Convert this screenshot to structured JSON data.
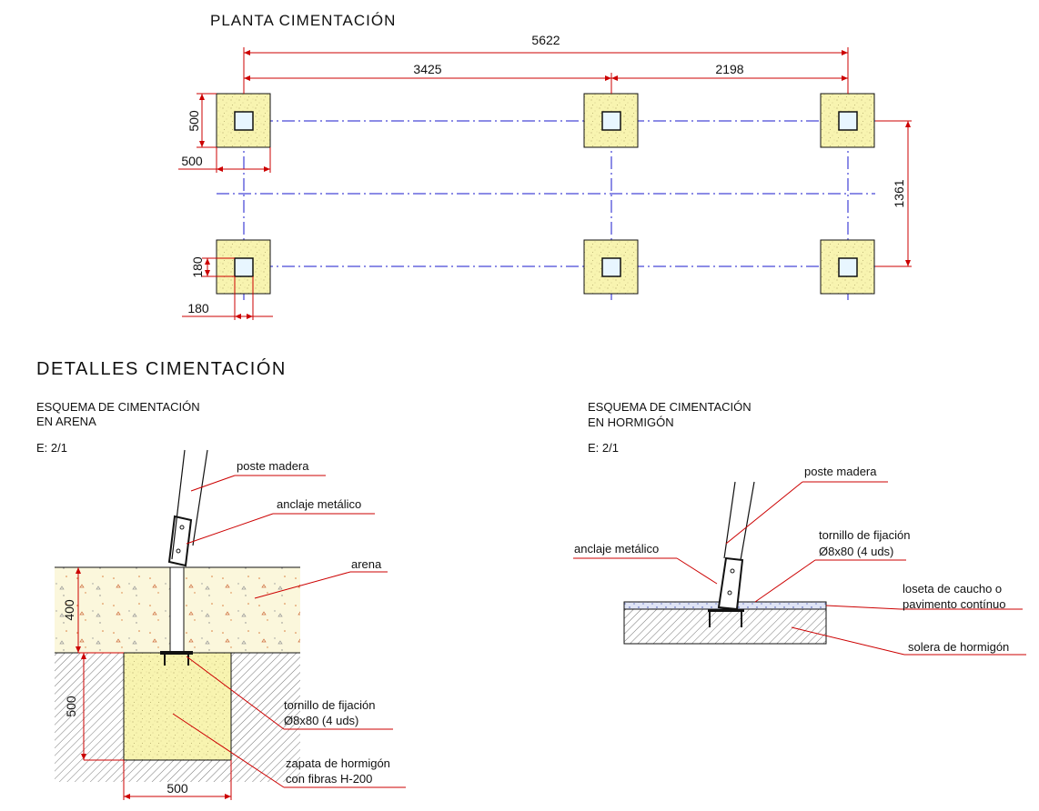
{
  "plan": {
    "title": "PLANTA CIMENTACIÓN",
    "dim_total": "5622",
    "dim_left": "3425",
    "dim_right": "2198",
    "dim_depth": "1361",
    "dim_footing_h": "500",
    "dim_footing_w": "500",
    "dim_post_h": "180",
    "dim_post_w": "180"
  },
  "details": {
    "title": "DETALLES CIMENTACIÓN",
    "sand": {
      "heading_1": "ESQUEMA DE CIMENTACIÓN",
      "heading_2": "EN ARENA",
      "scale": "E: 2/1",
      "label_post": "poste madera",
      "label_anchor": "anclaje metálico",
      "label_sand": "arena",
      "label_screw_1": "tornillo de fijación",
      "label_screw_2": "Ø8x80 (4 uds)",
      "label_footing_1": "zapata de hormigón",
      "label_footing_2": "con fibras H-200",
      "dim_sand": "400",
      "dim_footing_depth": "500",
      "dim_footing_width": "500"
    },
    "concrete": {
      "heading_1": "ESQUEMA DE CIMENTACIÓN",
      "heading_2": "EN HORMIGÓN",
      "scale": "E: 2/1",
      "label_post": "poste madera",
      "label_screw_1": "tornillo de fijación",
      "label_screw_2": "Ø8x80 (4 uds)",
      "label_anchor": "anclaje metálico",
      "label_tile_1": "loseta de caucho o",
      "label_tile_2": "pavimento contínuo",
      "label_slab": "solera de hormigón"
    }
  },
  "colors": {
    "dimension_red": "#cc0000",
    "axis_blue": "#1a1acc",
    "concrete_fill": "#f7f2a8",
    "line_black": "#111111"
  }
}
